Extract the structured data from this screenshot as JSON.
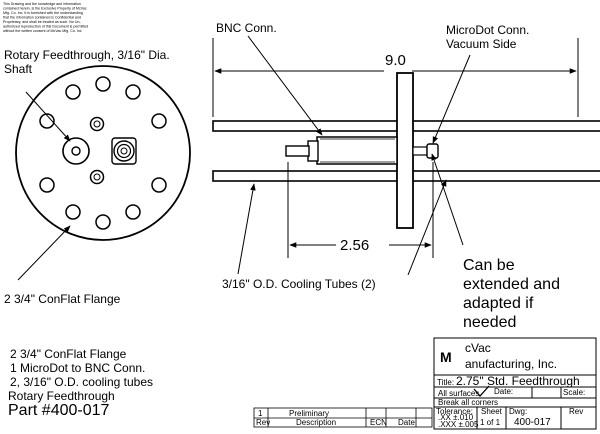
{
  "disclaimer": [
    "This Drawing and the knowledge and information",
    "contained herein, is the Exclusive Property of McVac",
    "Mfg. Co. Inc. It is furnished with the understanding",
    "that the information contained is Confidential and",
    "Proprietary, and shall be treated as such. No Un-",
    "authorized reproduction of this Document is permitted",
    "without the written consent of McVac Mfg. Co. Inc"
  ],
  "front_view": {
    "rotary_label_line1": "Rotary Feedthrough, 3/16\" Dia.",
    "rotary_label_line2": "Shaft",
    "flange_label": "2 3/4\" ConFlat Flange"
  },
  "side_view": {
    "bnc_label": "BNC Conn.",
    "microdot_label_line1": "MicroDot Conn.",
    "microdot_label_line2": "Vacuum Side",
    "overall_dim": "9.0",
    "inner_dim": "2.56",
    "cooling_tubes_label": "3/16\" O.D. Cooling Tubes (2)",
    "note_line1": "Can be",
    "note_line2": "extended and",
    "note_line3": "adapted if",
    "note_line4": "needed"
  },
  "bom": [
    "2 3/4\" ConFlat Flange",
    "1 MicroDot to BNC Conn.",
    "2, 3/16\" O.D. cooling tubes",
    "Rotary Feedthrough"
  ],
  "part_number": "Part #400-017",
  "title_block": {
    "logo_m": "M",
    "logo_line1": "cVac",
    "logo_line2": "anufacturing, Inc.",
    "title_label": "Title:",
    "title_value": "2.75\" Std. Feedthrough",
    "all_surfaces": "All surfaces",
    "date_label": "Date:",
    "scale_label": "Scale:",
    "break_corners": "Break all corners",
    "tolerance_label": "Tolerance:",
    "tol_xx": ".XX  ±.010",
    "tol_xxx": ".XXX  ±.005",
    "sheet_label": "Sheet",
    "sheet_value": "1  of  1",
    "dwg_label": "Dwg:",
    "dwg_value": "400-017",
    "rev_label": "Rev"
  },
  "revision_table": {
    "rev": "1",
    "description": "Preliminary",
    "header_rev": "Rev",
    "header_description": "Description",
    "header_ecn": "ECN",
    "header_date": "Date"
  }
}
